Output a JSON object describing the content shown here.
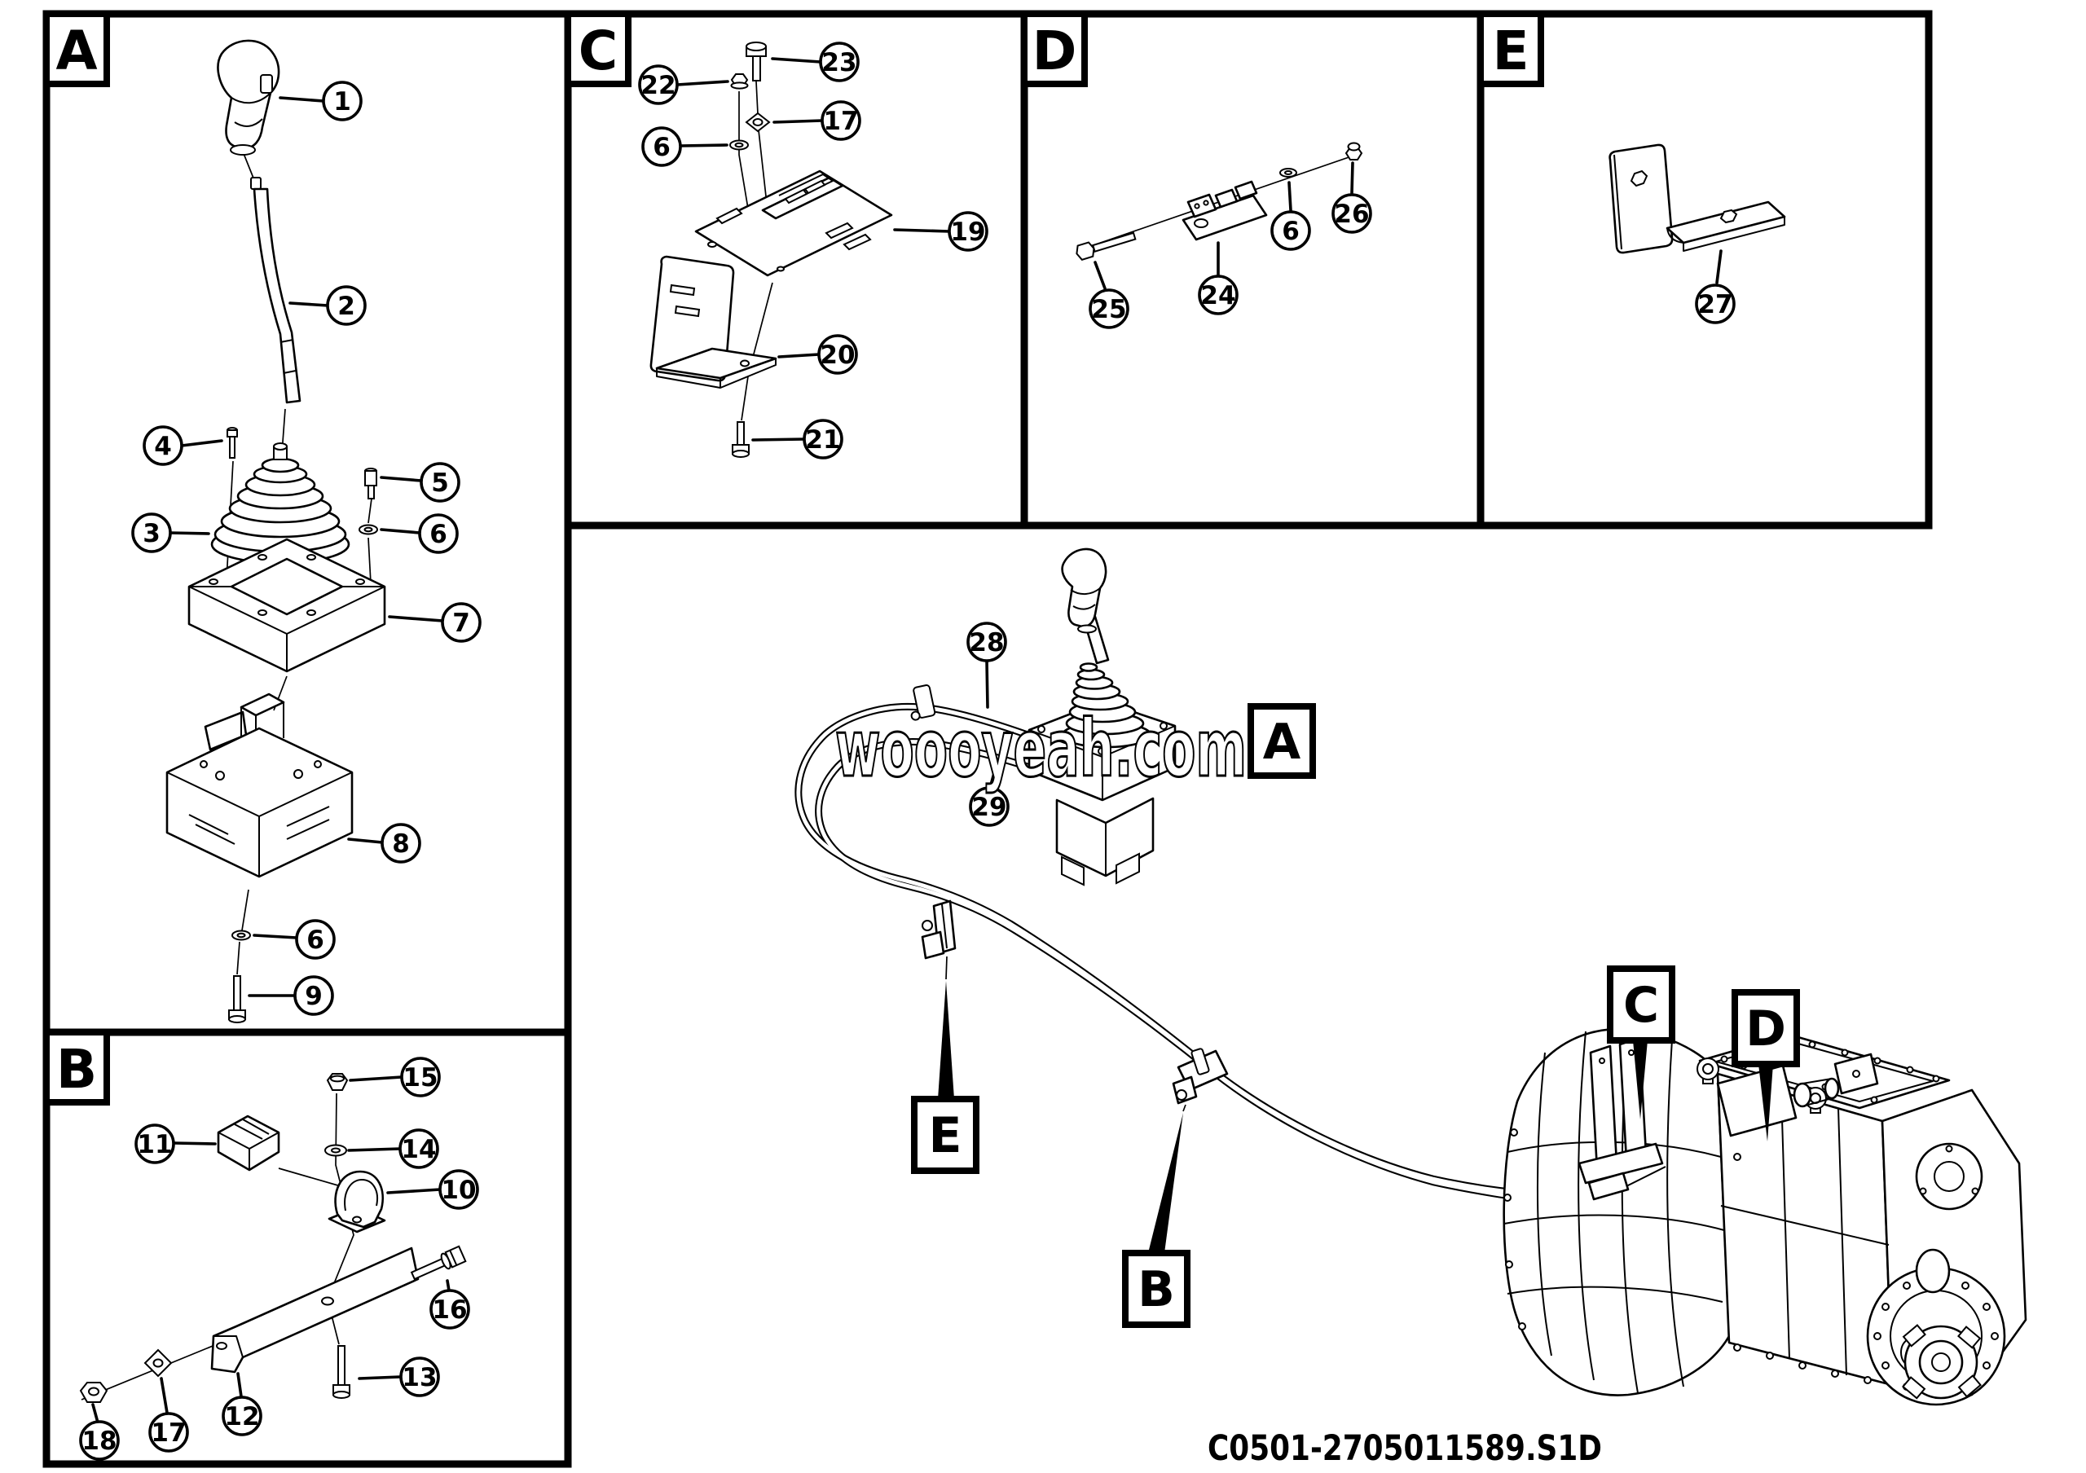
{
  "drawing_code": "C0501-2705011589.S1D",
  "watermark": "woooyeah.com",
  "panels": [
    {
      "label": "A"
    },
    {
      "label": "B"
    },
    {
      "label": "C"
    },
    {
      "label": "D"
    },
    {
      "label": "E"
    }
  ],
  "ref_labels": {
    "a": "A",
    "b": "B",
    "c": "C",
    "d": "D",
    "e": "E"
  },
  "callouts": {
    "panel_a": [
      "1",
      "2",
      "4",
      "3",
      "5",
      "6",
      "7",
      "8",
      "6",
      "9"
    ],
    "panel_b": [
      "15",
      "11",
      "14",
      "10",
      "16",
      "12",
      "13",
      "17",
      "18"
    ],
    "panel_c": [
      "23",
      "22",
      "17",
      "6",
      "19",
      "20",
      "21"
    ],
    "panel_d": [
      "25",
      "24",
      "6",
      "26"
    ],
    "panel_e": [
      "27"
    ],
    "main": [
      "28",
      "29"
    ]
  }
}
